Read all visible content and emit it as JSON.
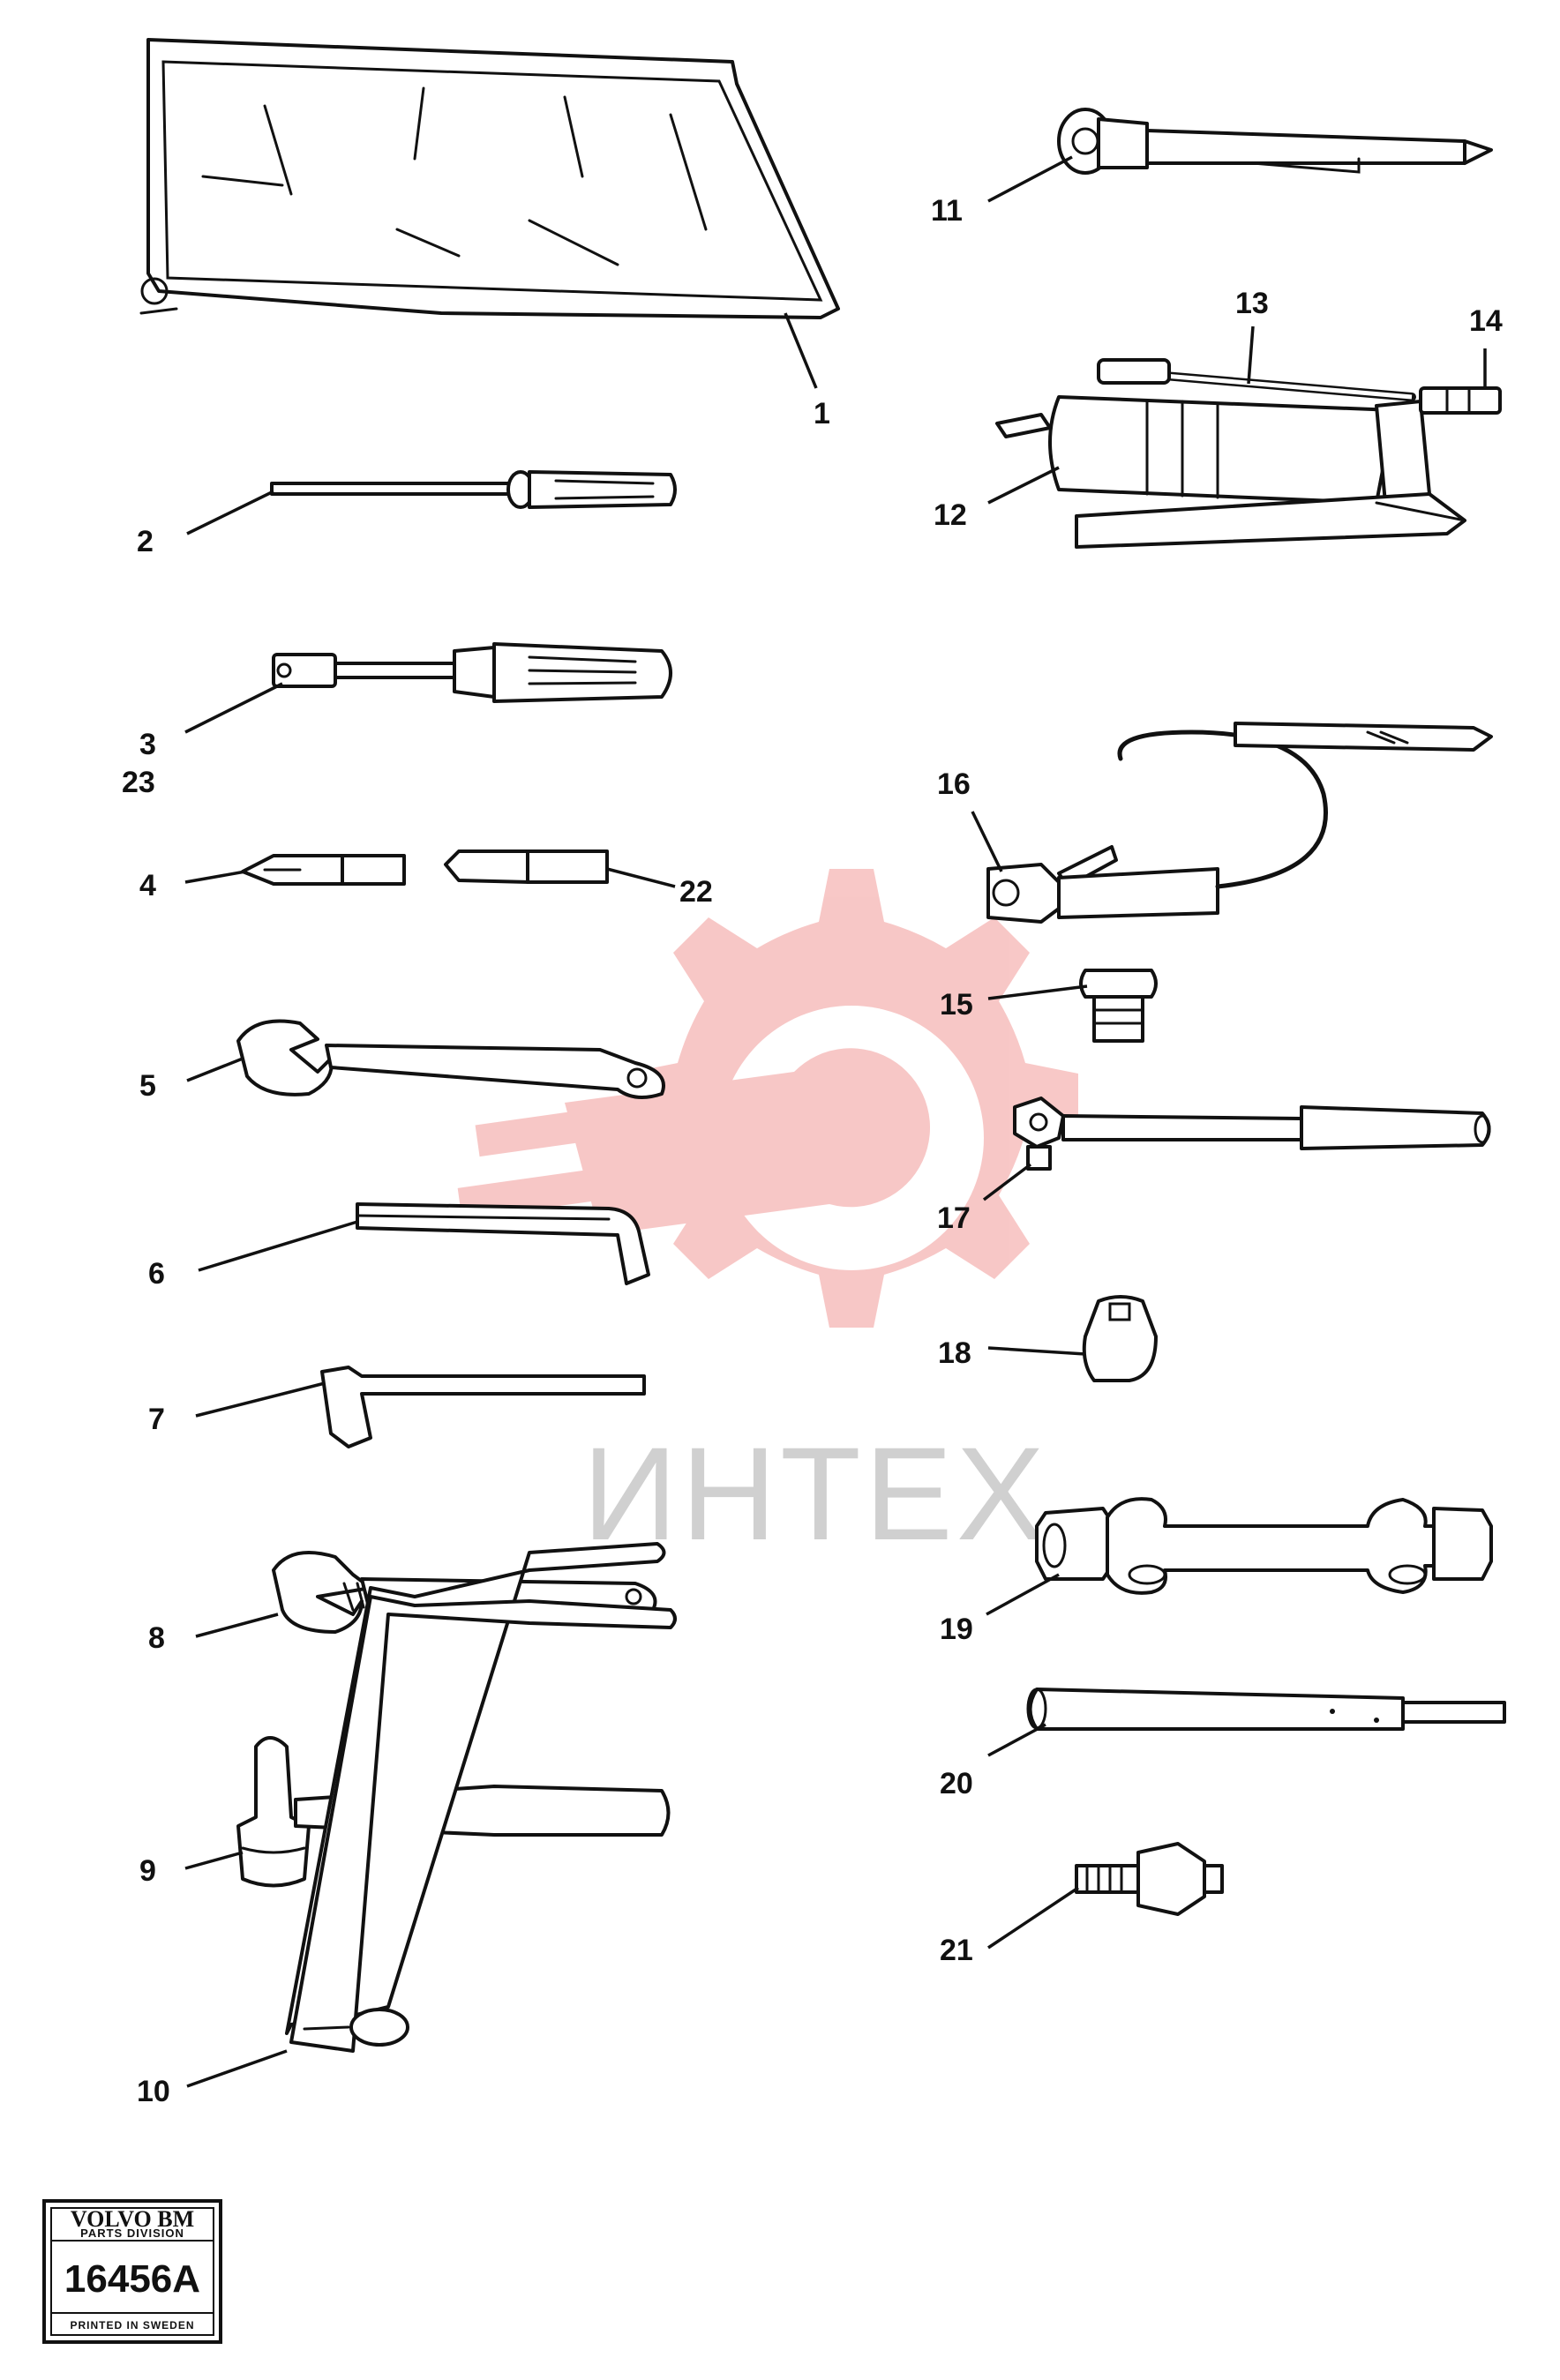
{
  "watermark": {
    "text": "ИНТЕХ",
    "color": "#e53935"
  },
  "catalog_box": {
    "brand": "VOLVO BM",
    "division": "PARTS DIVISION",
    "number": "16456A",
    "footer": "PRINTED IN SWEDEN"
  },
  "callouts": [
    "1",
    "2",
    "3",
    "23",
    "4",
    "22",
    "5",
    "6",
    "7",
    "8",
    "9",
    "10",
    "11",
    "12",
    "13",
    "14",
    "16",
    "15",
    "17",
    "18",
    "19",
    "20",
    "21"
  ],
  "parts": [
    {
      "icon": "tool-bag-icon"
    },
    {
      "icon": "screwdriver-icon"
    },
    {
      "icon": "nut-driver-icon"
    },
    {
      "icon": "phillips-bit-icon"
    },
    {
      "icon": "open-end-wrench-icon"
    },
    {
      "icon": "hex-key-large-icon"
    },
    {
      "icon": "hex-key-small-icon"
    },
    {
      "icon": "adjustable-wrench-icon"
    },
    {
      "icon": "hammer-icon"
    },
    {
      "icon": "pliers-icon"
    },
    {
      "icon": "tire-gauge-icon"
    },
    {
      "icon": "grease-gun-icon"
    },
    {
      "icon": "grease-hose-icon"
    },
    {
      "icon": "nozzle-icon"
    },
    {
      "icon": "plug-icon"
    },
    {
      "icon": "air-chuck-hose-icon"
    },
    {
      "icon": "socket-bar-icon"
    },
    {
      "icon": "socket-icon"
    },
    {
      "icon": "box-spanner-icon"
    },
    {
      "icon": "tommy-bar-icon"
    },
    {
      "icon": "adapter-bolt-icon"
    },
    {
      "icon": "flat-bit-icon"
    }
  ]
}
